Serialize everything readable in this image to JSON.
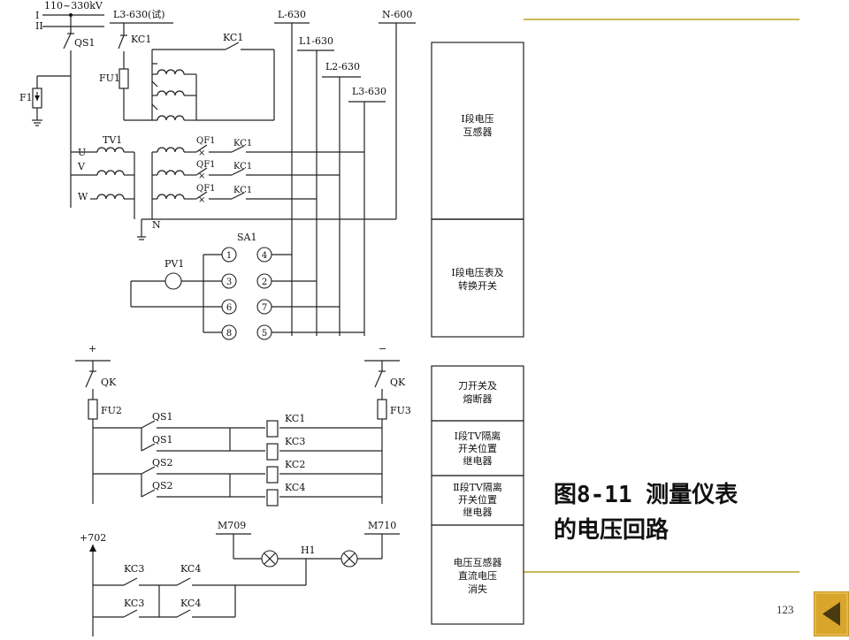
{
  "slide": {
    "page_number": "123",
    "caption_line1": "图8-11 测量仪表",
    "caption_line2": "的电压回路",
    "accent_color": "#c9b85a",
    "nav_button_color": "#d9a62c"
  },
  "buses": {
    "source": "110~330kV",
    "bus1": "I",
    "bus2": "II",
    "l3_test": "L3-630(试)",
    "l630": "L-630",
    "l1": "L1-630",
    "l2": "L2-630",
    "l3": "L3-630",
    "n600": "N-600",
    "m709": "M709",
    "m710": "M710",
    "plus702": "+702",
    "plus": "+",
    "minus": "−"
  },
  "components": {
    "qs1": "QS1",
    "kc1": "KC1",
    "fu1": "FU1",
    "f1": "F1",
    "tv1": "TV1",
    "u": "U",
    "v": "V",
    "w": "W",
    "n": "N",
    "qf1": "QF1",
    "sa1": "SA1",
    "pv1": "PV1",
    "qk": "QK",
    "fu2": "FU2",
    "fu3": "FU3",
    "qs2": "QS2",
    "kc2": "KC2",
    "kc3": "KC3",
    "kc4": "KC4",
    "h1": "H1",
    "terminals": [
      "1",
      "4",
      "3",
      "2",
      "6",
      "7",
      "8",
      "5"
    ]
  },
  "function_blocks": [
    [
      "Ⅰ段电压",
      "互感器"
    ],
    [
      "Ⅰ段电压表及",
      "转换开关"
    ],
    [
      "刀开关及",
      "熔断器"
    ],
    [
      "Ⅰ段TV隔离",
      "开关位置",
      "继电器"
    ],
    [
      "Ⅱ段TV隔离",
      "开关位置",
      "继电器"
    ],
    [
      "电压互感器",
      "直流电压",
      "消失"
    ]
  ]
}
